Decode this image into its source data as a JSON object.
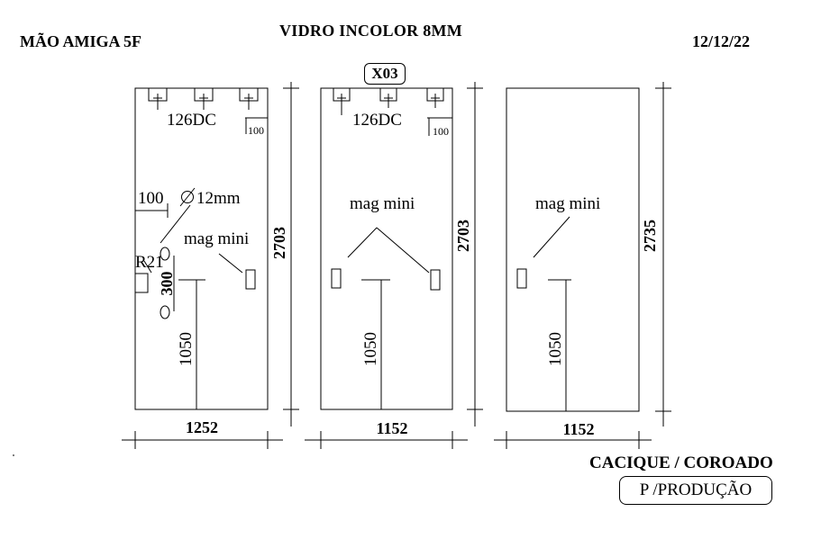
{
  "header": {
    "project": "MÃO AMIGA 5F",
    "material": "VIDRO INCOLOR  8MM",
    "date": "12/12/22"
  },
  "panel_tag": "X03",
  "panels": [
    {
      "width": "1252",
      "height": "2703",
      "hinge_label": "126DC",
      "hinge_offset": "100",
      "hole_offset": "100",
      "hole_diameter": "12mm",
      "lock_label": "mag mini",
      "radius_label": "R21",
      "hole_spacing": "300",
      "lock_height": "1050"
    },
    {
      "width": "1152",
      "height": "2703",
      "hinge_label": "126DC",
      "hinge_offset": "100",
      "lock_label": "mag mini",
      "lock_height": "1050"
    },
    {
      "width": "1152",
      "height": "2735",
      "lock_label": "mag mini",
      "lock_height": "1050"
    }
  ],
  "footer": {
    "client": "CACIQUE / COROADO",
    "status": "P /PRODUÇÃO"
  }
}
